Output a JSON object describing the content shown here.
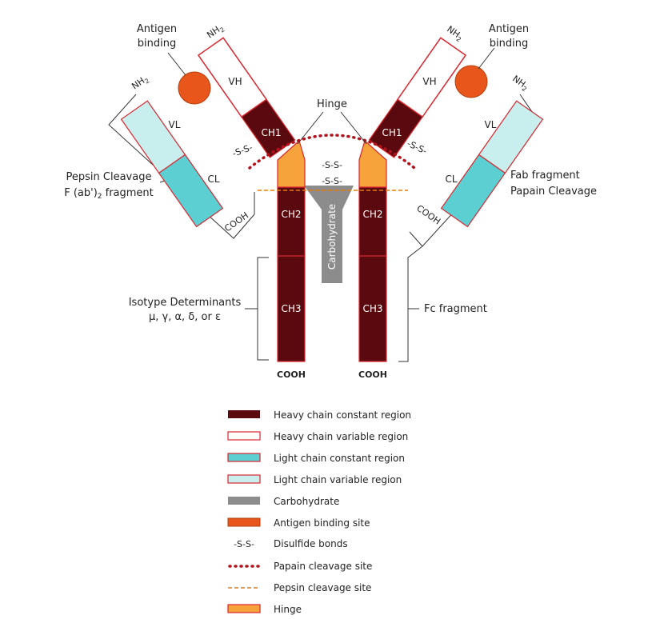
{
  "labels": {
    "antigen_binding_left": [
      "Antigen",
      "binding"
    ],
    "antigen_binding_right": [
      "Antigen",
      "binding"
    ],
    "hinge": "Hinge",
    "nh2": "NH",
    "nh2_sub": "2",
    "cooh": "COOH",
    "disulfide": "-S-S-",
    "pepsin_left_line1": "Pepsin Cleavage",
    "pepsin_left_line2": "F (ab')",
    "pepsin_left_sub": "2",
    "pepsin_left_line2b": " fragment",
    "fab_right_line1": "Fab fragment",
    "fab_right_line2": "Papain Cleavage",
    "isotype_line1": "Isotype Determinants",
    "isotype_line2": "μ, γ, α, δ, or ε",
    "fc_fragment": "Fc fragment",
    "carbohydrate": "Carbohydrate"
  },
  "segments": {
    "vh": "VH",
    "vl": "VL",
    "cl": "CL",
    "ch1": "CH1",
    "ch2": "CH2",
    "ch3": "CH3"
  },
  "legend": [
    {
      "label": "Heavy chain constant region",
      "swatch": "heavy-constant"
    },
    {
      "label": "Heavy chain variable region",
      "swatch": "heavy-variable"
    },
    {
      "label": "Light chain constant region",
      "swatch": "light-constant"
    },
    {
      "label": "Light chain variable region",
      "swatch": "light-variable"
    },
    {
      "label": "Carbohydrate",
      "swatch": "carbohydrate"
    },
    {
      "label": "Antigen binding site",
      "swatch": "antigen"
    },
    {
      "label": "Disulfide bonds",
      "swatch": "disulfide"
    },
    {
      "label": "Papain cleavage site",
      "swatch": "papain"
    },
    {
      "label": "Pepsin cleavage site",
      "swatch": "pepsin"
    },
    {
      "label": "Hinge",
      "swatch": "hinge"
    }
  ],
  "colors": {
    "heavy_constant": "#5a0a0e",
    "outline_red": "#d9262e",
    "light_constant": "#5bcfd2",
    "light_variable": "#c9eeee",
    "carbohydrate": "#8c8c8c",
    "antigen": "#e8561c",
    "hinge": "#f5a33a",
    "papain": "#b3121c",
    "pepsin": "#e07a10"
  }
}
